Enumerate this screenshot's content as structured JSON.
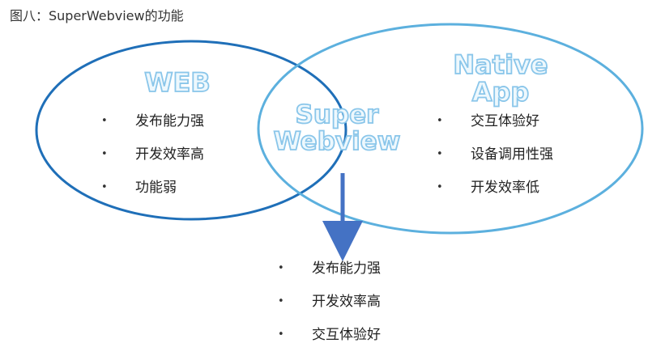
{
  "title": "图八：SuperWebview的功能",
  "colors": {
    "web_ellipse": "#1f6fb8",
    "native_ellipse": "#5cb0de",
    "arrow": "#4472c4",
    "bubble_stroke": "#8ac6ea",
    "bubble_fill": "#eef8fd"
  },
  "web": {
    "label": "WEB",
    "features": [
      "发布能力强",
      "开发效率高",
      "功能弱"
    ]
  },
  "native": {
    "label_line1": "Native",
    "label_line2": "App",
    "features": [
      "交互体验好",
      "设备调用性强",
      "开发效率低"
    ]
  },
  "super": {
    "label_line1": "Super",
    "label_line2": "Webview",
    "features": [
      "发布能力强",
      "开发效率高",
      "交互体验好"
    ]
  },
  "bullet": "•"
}
